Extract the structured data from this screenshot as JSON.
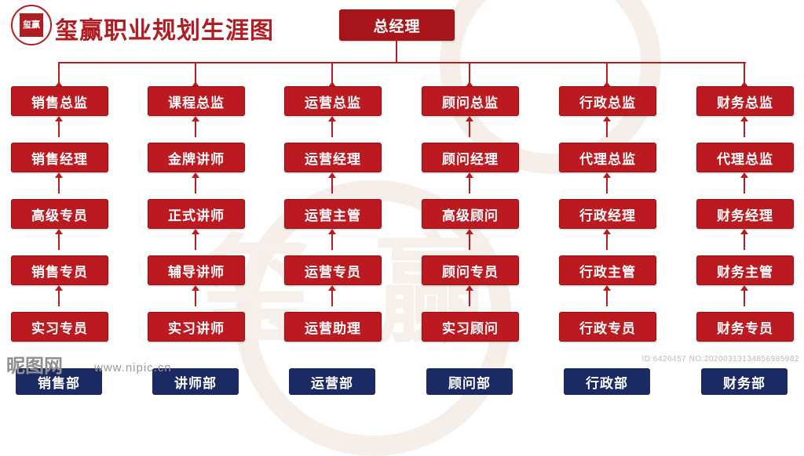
{
  "header": {
    "logo_text": "玺赢",
    "title": "玺赢职业规划生涯图"
  },
  "top_node": "总经理",
  "columns": [
    {
      "director": "销售总监",
      "levels": [
        "销售经理",
        "高级专员",
        "销售专员",
        "实习专员"
      ],
      "department": "销售部"
    },
    {
      "director": "课程总监",
      "levels": [
        "金牌讲师",
        "正式讲师",
        "辅导讲师",
        "实习讲师"
      ],
      "department": "讲师部"
    },
    {
      "director": "运营总监",
      "levels": [
        "运营经理",
        "运营主管",
        "运营专员",
        "运营助理"
      ],
      "department": "运营部"
    },
    {
      "director": "顾问总监",
      "levels": [
        "顾问经理",
        "高级顾问",
        "顾问专员",
        "实习顾问"
      ],
      "department": "顾问部"
    },
    {
      "director": "行政总监",
      "levels": [
        "代理总监",
        "行政经理",
        "行政主管",
        "行政专员"
      ],
      "department": "行政部"
    },
    {
      "director": "财务总监",
      "levels": [
        "代理总监",
        "财务经理",
        "财务主管",
        "财务专员"
      ],
      "department": "财务部"
    }
  ],
  "watermark": {
    "site_name": "昵图网",
    "site_url": "www.nipic.cn",
    "asset_id": "ID:6426457 NO:20200313134856985982"
  },
  "colors": {
    "node_red": "#bb1a20",
    "dept_blue": "#1b2a63",
    "title_red": "#b01d22"
  }
}
